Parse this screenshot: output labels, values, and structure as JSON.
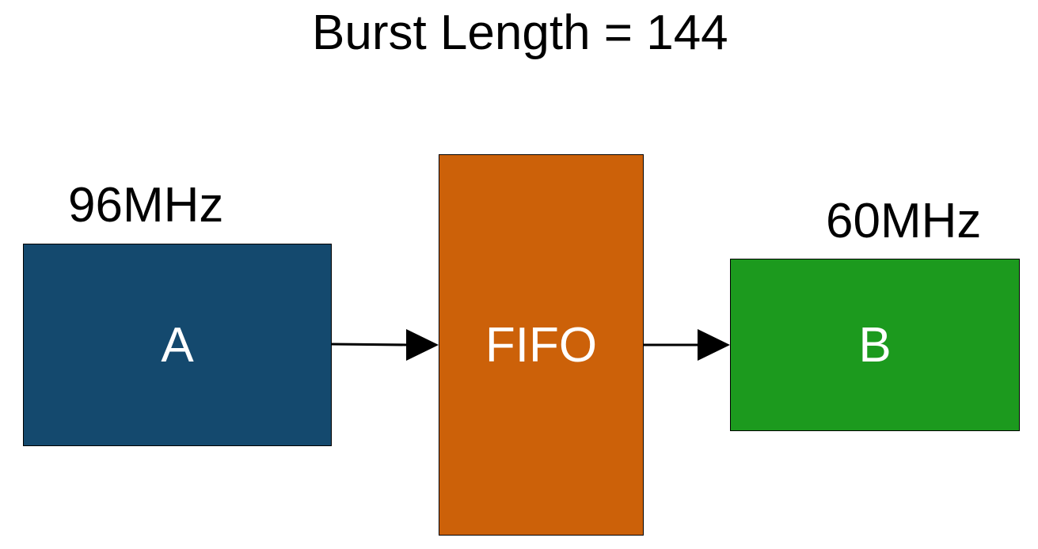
{
  "title": "Burst Length = 144",
  "blocks": {
    "a": {
      "label": "A",
      "clock": "96MHz",
      "color": "#14496e"
    },
    "fifo": {
      "label": "FIFO",
      "color": "#cc6109"
    },
    "b": {
      "label": "B",
      "clock": "60MHz",
      "color": "#1c9a1e"
    }
  }
}
